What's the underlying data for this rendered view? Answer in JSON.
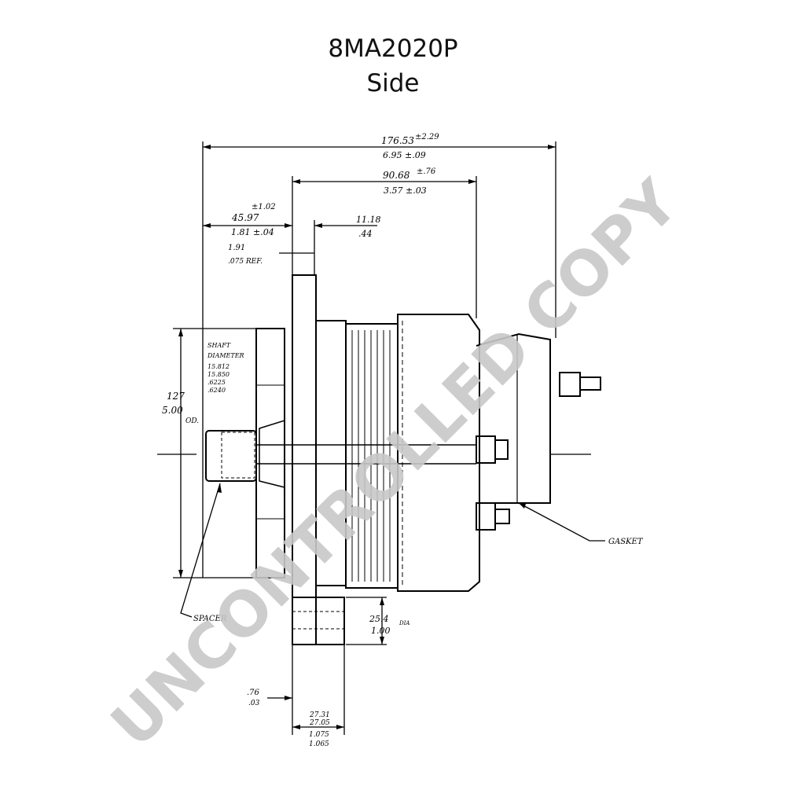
{
  "title": "8MA2020P",
  "subtitle": "Side",
  "watermark": "UNCONTROLLED COPY",
  "dimensions": {
    "overall_length": {
      "main": "176.53",
      "tol": "±2.29",
      "alt": "6.95 ±.09"
    },
    "body_length": {
      "main": "90.68",
      "tol": "±.76",
      "alt": "3.57 ±.03"
    },
    "mount_offset": {
      "tol": "±1.02",
      "main": "45.97",
      "alt": "1.81 ±.04"
    },
    "flange_offset": {
      "main": "11.18",
      "alt": ".44"
    },
    "ref_gap": {
      "main": "1.91",
      "alt": ".075 REF."
    },
    "pulley_od": {
      "main": "127",
      "alt": "5.00",
      "suffix": "OD."
    },
    "shaft_diameter": {
      "label1": "SHAFT",
      "label2": "DIAMETER",
      "v1": "15.812",
      "v2": "15.850",
      "v3": ".6225",
      "v4": ".6240"
    },
    "bolt_dia": {
      "main": "25.4",
      "alt": "1.00",
      "suffix": "DIA"
    },
    "bottom_gap": {
      "main": ".76",
      "alt": ".03"
    },
    "ear_width": {
      "v1": "27.31",
      "v2": "27.05",
      "v3": "1.075",
      "v4": "1.065"
    }
  },
  "callouts": {
    "spacer": "SPACER",
    "gasket": "GASKET"
  },
  "colors": {
    "line": "#000000",
    "watermark": "#c8c8c8"
  }
}
